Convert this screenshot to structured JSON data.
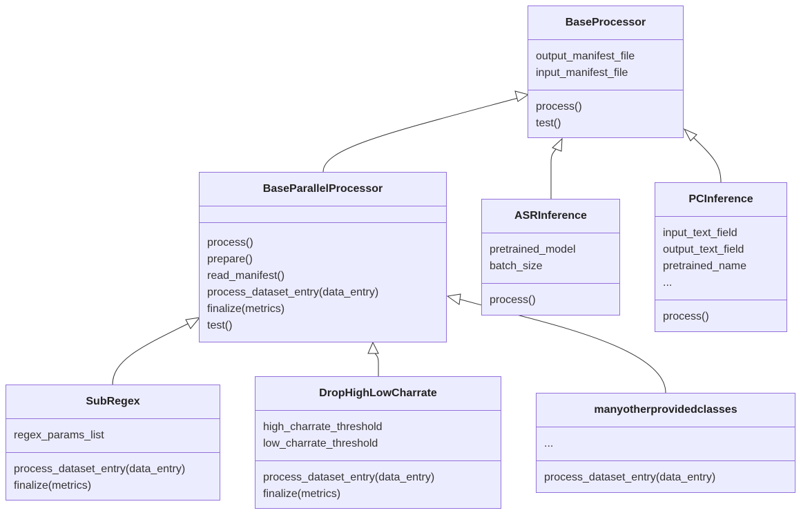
{
  "diagram": {
    "type": "class-diagram",
    "colors": {
      "fill": "#ececff",
      "stroke": "#9370db",
      "edge": "#333333",
      "text": "#333333"
    },
    "classes": [
      {
        "id": "BaseProcessor",
        "name": "BaseProcessor",
        "attributes": [
          "output_manifest_file",
          "input_manifest_file"
        ],
        "methods": [
          "process()",
          "test()"
        ]
      },
      {
        "id": "BaseParallelProcessor",
        "name": "BaseParallelProcessor",
        "attributes": [],
        "methods": [
          "process()",
          "prepare()",
          "read_manifest()",
          "process_dataset_entry(data_entry)",
          "finalize(metrics)",
          "test()"
        ]
      },
      {
        "id": "ASRInference",
        "name": "ASRInference",
        "attributes": [
          "pretrained_model",
          "batch_size"
        ],
        "methods": [
          "process()"
        ]
      },
      {
        "id": "PCInference",
        "name": "PCInference",
        "attributes": [
          "input_text_field",
          "output_text_field",
          "pretrained_name",
          "..."
        ],
        "methods": [
          "process()"
        ]
      },
      {
        "id": "SubRegex",
        "name": "SubRegex",
        "attributes": [
          "regex_params_list"
        ],
        "methods": [
          "process_dataset_entry(data_entry)",
          "finalize(metrics)"
        ]
      },
      {
        "id": "DropHighLowCharrate",
        "name": "DropHighLowCharrate",
        "attributes": [
          "high_charrate_threshold",
          "low_charrate_threshold"
        ],
        "methods": [
          "process_dataset_entry(data_entry)",
          "finalize(metrics)"
        ]
      },
      {
        "id": "manyotherprovidedclasses",
        "name": "manyotherprovidedclasses",
        "attributes": [
          "..."
        ],
        "methods": [
          "process_dataset_entry(data_entry)"
        ]
      }
    ],
    "relations": [
      {
        "type": "inheritance",
        "from": "BaseParallelProcessor",
        "to": "BaseProcessor"
      },
      {
        "type": "inheritance",
        "from": "ASRInference",
        "to": "BaseProcessor"
      },
      {
        "type": "inheritance",
        "from": "PCInference",
        "to": "BaseProcessor"
      },
      {
        "type": "inheritance",
        "from": "SubRegex",
        "to": "BaseParallelProcessor"
      },
      {
        "type": "inheritance",
        "from": "DropHighLowCharrate",
        "to": "BaseParallelProcessor"
      },
      {
        "type": "inheritance",
        "from": "manyotherprovidedclasses",
        "to": "BaseParallelProcessor"
      }
    ]
  }
}
